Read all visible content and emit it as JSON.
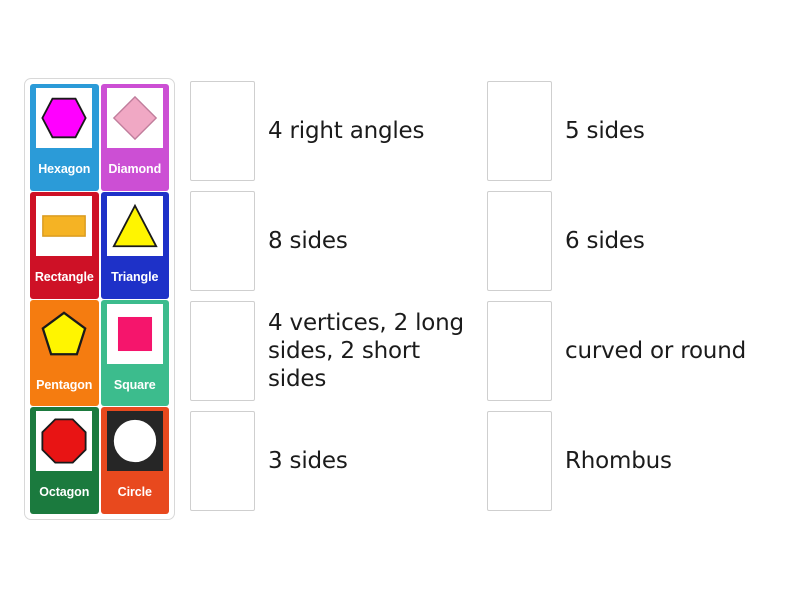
{
  "activity": {
    "type": "drag-and-drop-matching",
    "title": "Shape Matching"
  },
  "tray": {
    "name": "shape-card-tray",
    "cards": [
      {
        "label": "Hexagon",
        "shape": "hexagon",
        "card_color": "#2B9BD8",
        "label_color": "#ffffff",
        "art_background": "#ffffff",
        "shape_fill": "#FF00FF",
        "shape_stroke": "#1a1a1a"
      },
      {
        "label": "Diamond",
        "shape": "diamond",
        "card_color": "#CC4FD4",
        "label_color": "#ffffff",
        "art_background": "#ffffff",
        "shape_fill": "#F0A8C4",
        "shape_stroke": "#C07D9C"
      },
      {
        "label": "Rectangle",
        "shape": "rectangle",
        "card_color": "#CE1126",
        "label_color": "#ffffff",
        "art_background": "#ffffff",
        "shape_fill": "#F5B324",
        "shape_stroke": "#D99A1E"
      },
      {
        "label": "Triangle",
        "shape": "triangle",
        "card_color": "#1E31C8",
        "label_color": "#ffffff",
        "art_background": "#ffffff",
        "shape_fill": "#FFF500",
        "shape_stroke": "#1a1a1a"
      },
      {
        "label": "Pentagon",
        "shape": "pentagon",
        "card_color": "#F57C10",
        "label_color": "#ffffff",
        "art_background": "transparent",
        "shape_fill": "#FFF500",
        "shape_stroke": "#1a1a1a"
      },
      {
        "label": "Square",
        "shape": "square",
        "card_color": "#3CBC8D",
        "label_color": "#ffffff",
        "art_background": "#ffffff",
        "shape_fill": "#F5156C",
        "shape_stroke": "#F5156C"
      },
      {
        "label": "Octagon",
        "shape": "octagon",
        "card_color": "#1B7A3E",
        "label_color": "#ffffff",
        "art_background": "#ffffff",
        "shape_fill": "#E81414",
        "shape_stroke": "#1a1a1a"
      },
      {
        "label": "Circle",
        "shape": "circle",
        "card_color": "#E8491E",
        "label_color": "#ffffff",
        "art_background": "#262626",
        "shape_fill": "#ffffff",
        "shape_stroke": "#ffffff"
      }
    ]
  },
  "answers": {
    "left_column": [
      {
        "text": "4 right angles",
        "drop_value": ""
      },
      {
        "text": "8 sides",
        "drop_value": ""
      },
      {
        "text": "4 vertices, 2 long sides, 2 short sides",
        "drop_value": ""
      },
      {
        "text": "3 sides",
        "drop_value": ""
      }
    ],
    "right_column": [
      {
        "text": "5 sides",
        "drop_value": ""
      },
      {
        "text": "6 sides",
        "drop_value": ""
      },
      {
        "text": "curved or round",
        "drop_value": ""
      },
      {
        "text": "Rhombus",
        "drop_value": ""
      }
    ]
  },
  "colors": {
    "page_background": "#ffffff",
    "tray_border": "#d8d8d8",
    "drop_zone_border": "#cfcfcf",
    "answer_text": "#1b1b1b"
  }
}
